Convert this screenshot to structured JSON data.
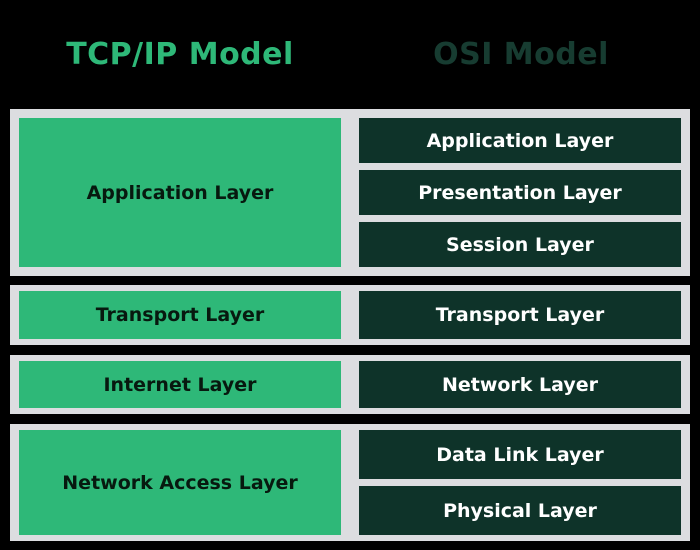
{
  "title": {
    "tcpip": "TCP/IP Model",
    "osi": "OSI Model"
  },
  "colors": {
    "background": "#000000",
    "panel": "#dcdde0",
    "green": "#2eb878",
    "dark_teal": "#0e3329",
    "tcpip_title": "#2eb878",
    "osi_title": "#173c31",
    "green_box_text": "#07190f",
    "teal_box_text": "#ffffff"
  },
  "rows": [
    {
      "tcpip": "Application Layer",
      "osi": [
        "Application Layer",
        "Presentation Layer",
        "Session Layer"
      ]
    },
    {
      "tcpip": "Transport Layer",
      "osi": [
        "Transport Layer"
      ]
    },
    {
      "tcpip": "Internet Layer",
      "osi": [
        "Network Layer"
      ]
    },
    {
      "tcpip": "Network Access Layer",
      "osi": [
        "Data Link Layer",
        "Physical Layer"
      ]
    }
  ]
}
